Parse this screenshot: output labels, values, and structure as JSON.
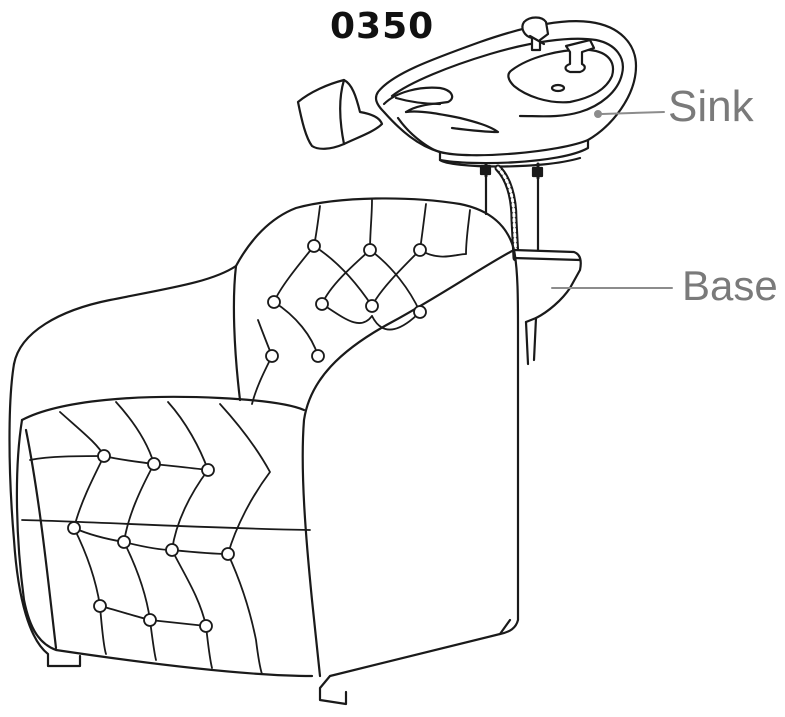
{
  "model_number": "0350",
  "callouts": {
    "sink": "Sink",
    "base": "Base"
  },
  "colors": {
    "line": "#1a1a1a",
    "callout_line": "#8c8c8c",
    "callout_text": "#7a7a7a",
    "background": "#ffffff"
  }
}
